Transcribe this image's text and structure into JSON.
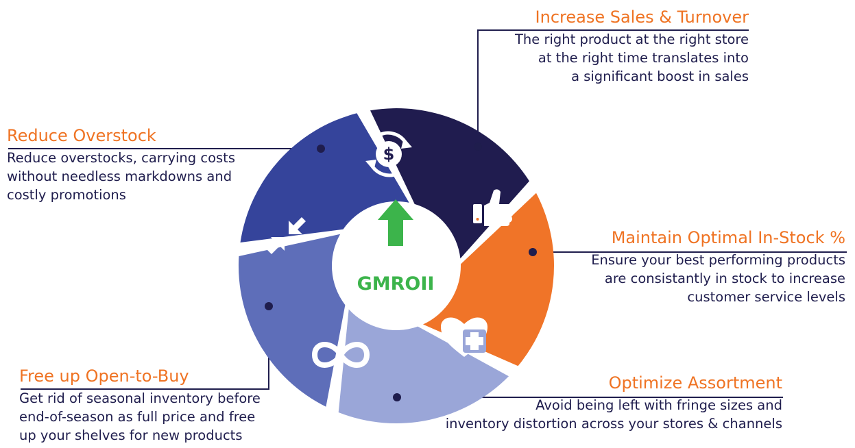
{
  "center": {
    "label": "GMROII",
    "arrow_color": "#3cb44b"
  },
  "colors": {
    "title": "#ef7323",
    "body_text": "#1f1d4d",
    "connector": "#1f1d4d",
    "segment_sales": "#201c4f",
    "segment_instock": "#f07428",
    "segment_assortment": "#9aa6d8",
    "segment_open_to_buy": "#5e6eb9",
    "segment_overstock": "#35449b"
  },
  "segments": [
    {
      "id": "sales",
      "icon": "dollar-cycle-icon",
      "title": "Increase Sales & Turnover",
      "body": [
        "The right product at the right store",
        "at the right time translates into",
        "a significant boost in sales"
      ]
    },
    {
      "id": "instock",
      "icon": "thumbs-up-icon",
      "title": "Maintain Optimal In-Stock %",
      "body": [
        "Ensure your best performing products",
        "are consistantly in stock to increase",
        "customer service levels"
      ]
    },
    {
      "id": "assortment",
      "icon": "heart-plus-icon",
      "title": "Optimize Assortment",
      "body": [
        "Avoid being left with fringe sizes and",
        "inventory distortion across your stores & channels"
      ]
    },
    {
      "id": "open_to_buy",
      "icon": "infinity-icon",
      "title": "Free up Open-to-Buy",
      "body": [
        "Get rid of seasonal inventory before",
        "end-of-season as full price and free",
        "up your shelves for new products"
      ]
    },
    {
      "id": "overstock",
      "icon": "compress-arrows-icon",
      "title": "Reduce Overstock",
      "body": [
        "Reduce overstocks, carrying costs",
        "without needless markdowns and",
        "costly promotions"
      ]
    }
  ]
}
